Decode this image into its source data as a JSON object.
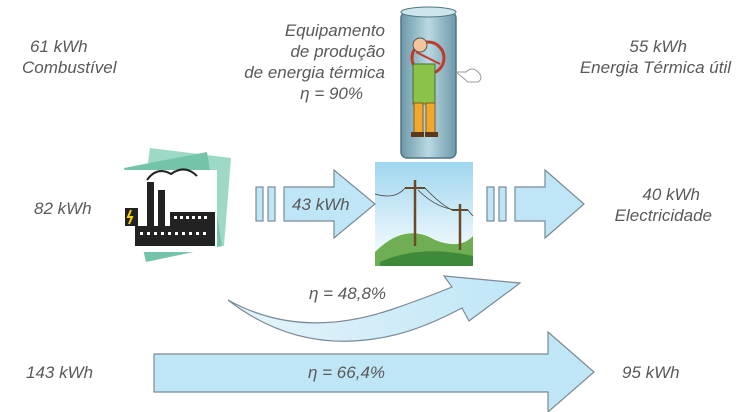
{
  "top_left": {
    "value": "61 kWh",
    "label": "Combustível"
  },
  "top_center": {
    "line1": "Equipamento",
    "line2": "de produção",
    "line3": "de energia térmica",
    "efficiency": "η = 90%"
  },
  "top_right": {
    "value": "55 kWh",
    "label": "Energia Térmica útil"
  },
  "mid_left": {
    "value": "82 kWh"
  },
  "mid_arrow": {
    "value": "43 kWh"
  },
  "mid_right": {
    "value": "40 kWh",
    "label": "Electricidade"
  },
  "curve": {
    "efficiency": "η = 48,8%"
  },
  "bottom_left": {
    "value": "143 kWh"
  },
  "bottom_arrow": {
    "efficiency": "η = 66,4%"
  },
  "bottom_right": {
    "value": "95 kWh"
  },
  "colors": {
    "arrow_fill": "#bfe6f6",
    "arrow_stroke": "#7a8a96",
    "text": "#595959"
  }
}
